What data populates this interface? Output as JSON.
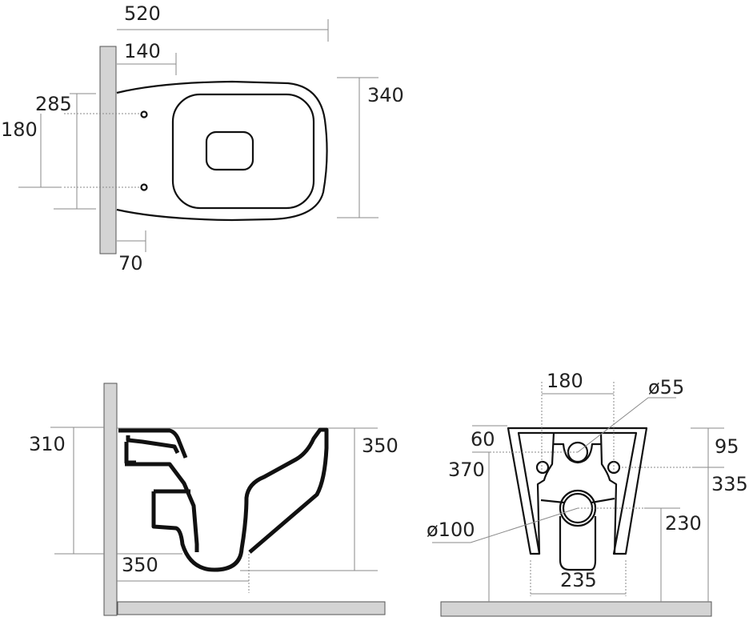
{
  "top_view": {
    "dims": {
      "length": "520",
      "fixing_depth": "140",
      "width": "340",
      "fixing_span": "285",
      "hole_spacing": "180",
      "wall_offset": "70"
    }
  },
  "side_view": {
    "dims": {
      "rim_height_left": "310",
      "bowl_height": "350",
      "outlet_depth": "350"
    }
  },
  "front_view": {
    "dims": {
      "hole_spacing": "180",
      "inlet_diameter": "ø55",
      "inlet_offset": "60",
      "inlet_height": "370",
      "top_to_holes": "95",
      "holes_height": "335",
      "outlet_height": "230",
      "outlet_diameter": "ø100",
      "base_width": "235"
    }
  },
  "colors": {
    "wall": "#d4d4d4",
    "outline": "#111111",
    "dimension": "#8a8a8a"
  }
}
